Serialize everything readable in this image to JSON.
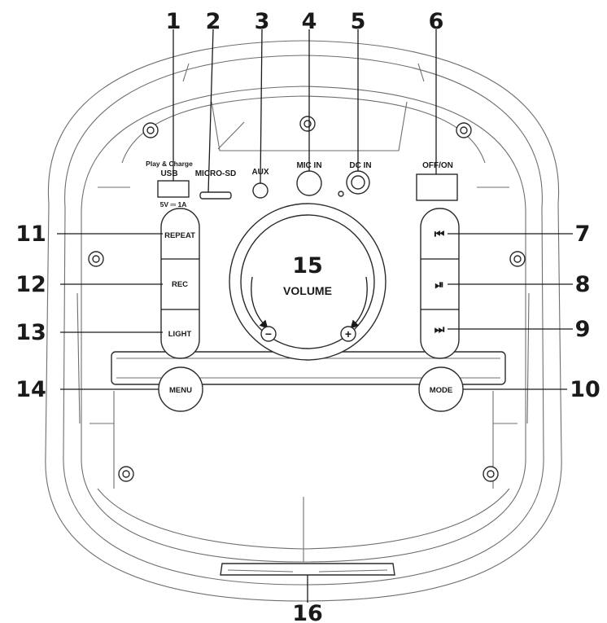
{
  "callouts": {
    "n1": "1",
    "n2": "2",
    "n3": "3",
    "n4": "4",
    "n5": "5",
    "n6": "6",
    "n7": "7",
    "n8": "8",
    "n9": "9",
    "n10": "10",
    "n11": "11",
    "n12": "12",
    "n13": "13",
    "n14": "14",
    "n15": "15",
    "n16": "16"
  },
  "panel_labels": {
    "play_charge": "Play & Charge",
    "usb": "USB",
    "usb_rating": "5V ⎓ 1A",
    "micro_sd": "MICRO-SD",
    "aux": "AUX",
    "mic_in": "MIC IN",
    "dc_in": "DC IN",
    "off_on": "OFF/ON"
  },
  "buttons": {
    "repeat": "REPEAT",
    "rec": "REC",
    "light": "LIGHT",
    "menu": "MENU",
    "mode": "MODE",
    "prev_symbol": "⏮",
    "play_pause_symbol": "⏯",
    "next_symbol": "⏭"
  },
  "volume": {
    "label": "VOLUME",
    "minus": "−",
    "plus": "+"
  }
}
